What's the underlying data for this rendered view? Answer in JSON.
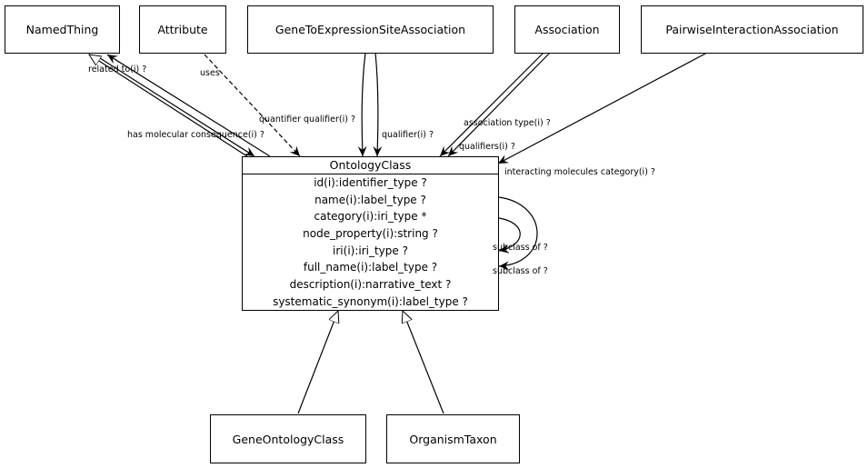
{
  "classes": {
    "named_thing": "NamedThing",
    "attribute": "Attribute",
    "gene_to_expression": "GeneToExpressionSiteAssociation",
    "association": "Association",
    "pairwise": "PairwiseInteractionAssociation",
    "gene_ontology_class": "GeneOntologyClass",
    "organism_taxon": "OrganismTaxon"
  },
  "ontology_class": {
    "name": "OntologyClass",
    "attributes": [
      "id(i):identifier_type ?",
      "name(i):label_type ?",
      "category(i):iri_type *",
      "node_property(i):string ?",
      "iri(i):iri_type ?",
      "full_name(i):label_type ?",
      "description(i):narrative_text ?",
      "systematic_synonym(i):label_type ?"
    ]
  },
  "edge_labels": {
    "related_to": "related to(i) ?",
    "uses": "uses",
    "has_molecular_consequence": "has molecular consequence(i) ?",
    "quantifier_qualifier": "quantifier qualifier(i) ?",
    "qualifier": "qualifier(i) ?",
    "association_type": "association type(i) ?",
    "qualifiers": "qualifiers(i) ?",
    "interacting_molecules_category": "interacting molecules category(i) ?",
    "subclass_of_1": "subclass of ?",
    "subclass_of_2": "subclass of ?"
  }
}
